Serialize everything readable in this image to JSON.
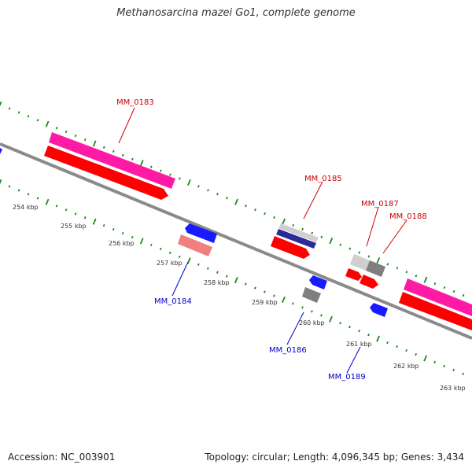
{
  "title": "Methanosarcina mazei Go1, complete genome",
  "footer": {
    "accession": "Accession: NC_003901",
    "summary": "Topology: circular; Length: 4,096,345 bp; Genes: 3,434"
  },
  "colors": {
    "backbone": "#8a8a8a",
    "tick": "#1a8a1a",
    "plus_label": "#cc0000",
    "minus_label": "#0000cc",
    "magenta": "#ff1aa6",
    "red": "#ff0000",
    "blue": "#1a1aff",
    "pink": "#f07f7f",
    "gray": "#7f7f7f",
    "lightgray": "#cfcfcf",
    "navy": "#2a2a99"
  },
  "kbp_labels": [
    "254 kbp",
    "255 kbp",
    "256 kbp",
    "257 kbp",
    "258 kbp",
    "259 kbp",
    "260 kbp",
    "261 kbp",
    "262 kbp",
    "263 kbp"
  ],
  "gene_labels_plus": [
    "MM_0183",
    "MM_0185",
    "MM_0187",
    "MM_0188"
  ],
  "gene_labels_minus": [
    "MM_0184",
    "MM_0186",
    "MM_0189"
  ]
}
